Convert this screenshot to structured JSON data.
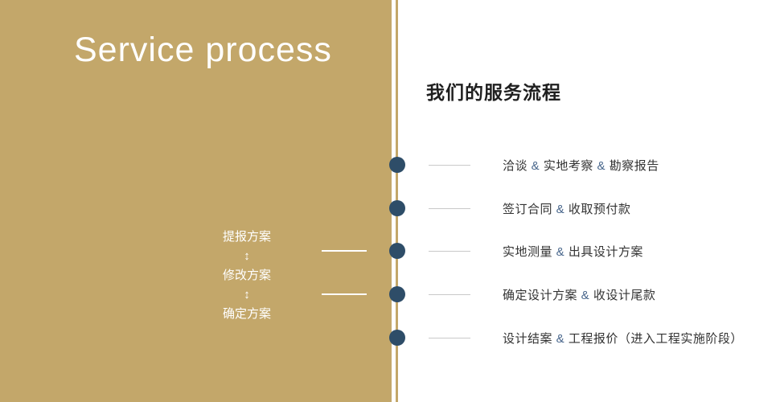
{
  "left_panel": {
    "title": "Service process",
    "loop_steps": [
      "提报方案",
      "修改方案",
      "确定方案"
    ],
    "arrow_glyph": "↕"
  },
  "right_panel": {
    "title": "我们的服务流程",
    "separator": "&",
    "steps": [
      {
        "parts": [
          "洽谈",
          "实地考察",
          "勘察报告"
        ]
      },
      {
        "parts": [
          "签订合同",
          "收取预付款"
        ]
      },
      {
        "parts": [
          "实地测量",
          "出具设计方案"
        ]
      },
      {
        "parts": [
          "确定设计方案",
          "收设计尾款"
        ]
      },
      {
        "parts": [
          "设计结案",
          "工程报价（进入工程实施阶段）"
        ]
      }
    ]
  },
  "colors": {
    "panel_tan": "#c3a76a",
    "dot_navy": "#2e4d68",
    "amp_blue": "#46648a",
    "text_dark": "#333333",
    "line_gray": "#c9c9c9"
  }
}
